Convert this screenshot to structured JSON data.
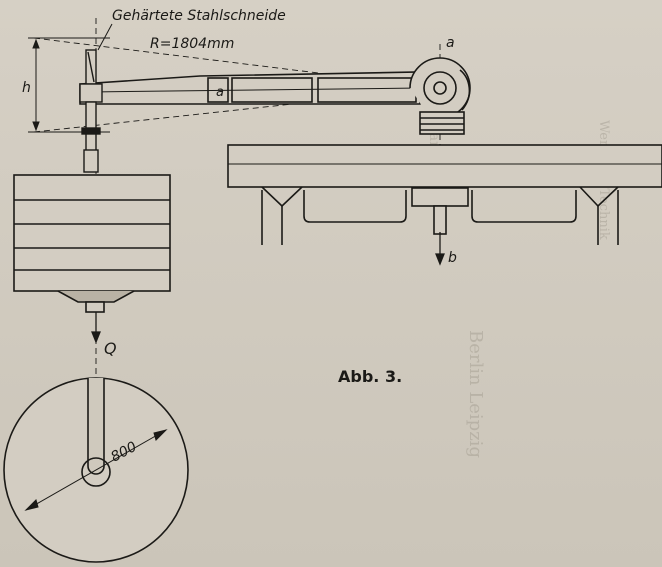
{
  "labels": {
    "knife_title": "Gehärtete Stahlschneide",
    "radius": "R=1804mm",
    "height_h": "h",
    "point_a_top": "a",
    "point_a_mid": "a",
    "point_b": "b",
    "load_q": "Q",
    "diameter": "800"
  },
  "caption": "Abb. 3.",
  "colors": {
    "ink": "#1b1a17",
    "paper": "#d3cdc2"
  }
}
